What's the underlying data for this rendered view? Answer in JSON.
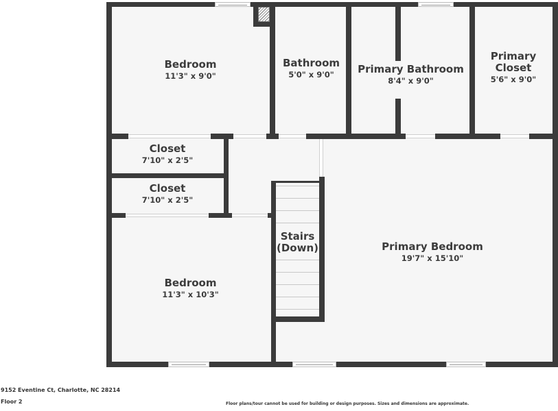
{
  "plan": {
    "floor_label": "Floor 2",
    "address": "9152 Eventine Ct, Charlotte, NC 28214",
    "disclaimer": "Floor plans/tour cannot be used for building or design purposes. Sizes and dimensions are approximate.",
    "colors": {
      "wall": "#3b3b3b",
      "floor": "#f6f6f6",
      "text": "#3c3c3c"
    },
    "rooms": [
      {
        "name": "Bedroom",
        "dim": "11'3\" x 9'0\""
      },
      {
        "name": "Bathroom",
        "dim": "5'0\" x 9'0\""
      },
      {
        "name": "Primary Bathroom",
        "dim": "8'4\" x 9'0\""
      },
      {
        "name": "Primary Closet",
        "dim": "5'6\" x 9'0\""
      },
      {
        "name": "Closet",
        "dim": "7'10\" x 2'5\""
      },
      {
        "name": "Closet",
        "dim": "7'10\" x 2'5\""
      },
      {
        "name": "Stairs (Down)",
        "dim": ""
      },
      {
        "name": "Primary Bedroom",
        "dim": "19'7\" x 15'10\""
      },
      {
        "name": "Bedroom",
        "dim": "11'3\" x 10'3\""
      }
    ]
  }
}
